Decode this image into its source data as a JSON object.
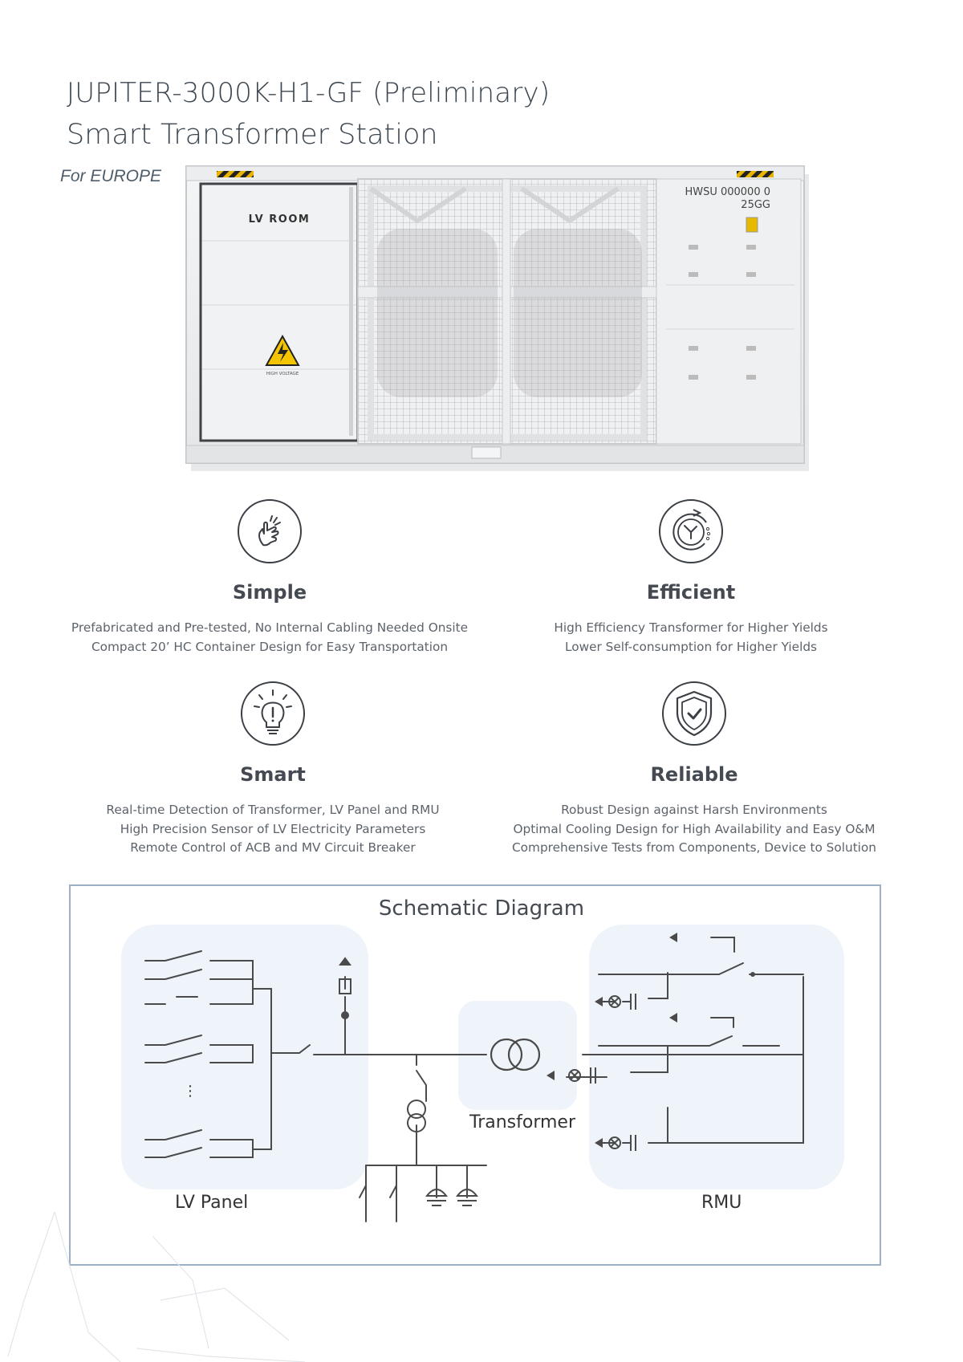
{
  "header": {
    "title_line1": "JUPITER-3000K-H1-GF  (Preliminary)",
    "title_line2": "Smart Transformer Station",
    "region": "For EUROPE"
  },
  "product_image": {
    "lv_room_label": "LV ROOM",
    "warning_label": "HIGH VOLTAGE",
    "container_code_line1": "HWSU 000000 0",
    "container_code_line2": "25GG"
  },
  "features": [
    {
      "icon": "hand-pointer-icon",
      "title": "Simple",
      "lines": [
        "Prefabricated and Pre-tested, No Internal Cabling Needed Onsite",
        "Compact 20’ HC Container Design for Easy Transportation"
      ]
    },
    {
      "icon": "clock-arrow-icon",
      "title": "Efficient",
      "lines": [
        "High Efficiency Transformer for Higher Yields",
        "Lower Self-consumption for Higher Yields"
      ]
    },
    {
      "icon": "lightbulb-icon",
      "title": "Smart",
      "lines": [
        "Real-time Detection of Transformer, LV Panel and RMU",
        "High Precision Sensor of LV Electricity Parameters",
        "Remote Control of ACB and MV Circuit Breaker"
      ]
    },
    {
      "icon": "shield-check-icon",
      "title": "Reliable",
      "lines": [
        "Robust Design against Harsh Environments",
        "Optimal Cooling Design for High Availability and Easy O&M",
        "Comprehensive Tests from Components, Device to Solution"
      ]
    }
  ],
  "schematic": {
    "title": "Schematic Diagram",
    "lv_panel_label": "LV Panel",
    "transformer_label": "Transformer",
    "rmu_label": "RMU",
    "ellipsis": "⋮"
  },
  "colors": {
    "accent_border": "#9bb0c6",
    "panel_fill": "#eef4f9",
    "title_text": "#3c4650",
    "body_text": "#5d636b"
  }
}
